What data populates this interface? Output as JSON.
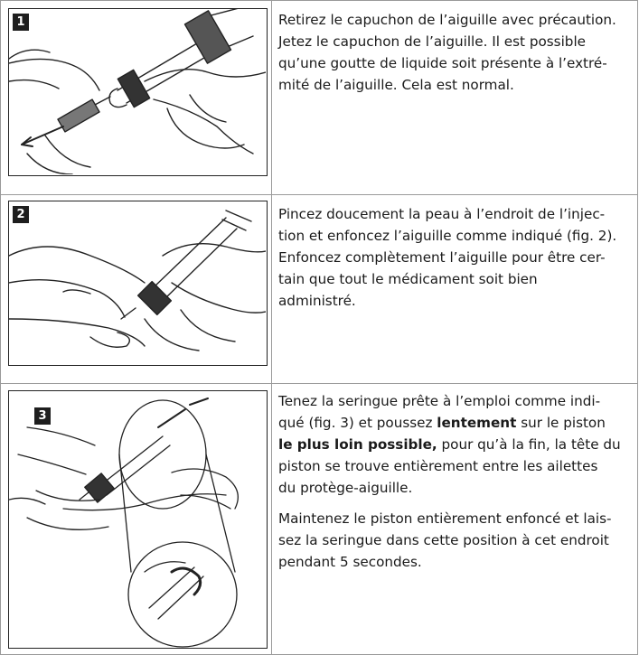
{
  "rows": [
    {
      "step_label": "1",
      "lines": [
        "Retirez le capuchon de l’aiguille avec précaution.",
        "Jetez le capuchon de l’aiguille. Il est possible",
        "qu’une goutte de liquide soit présente à l’extré-",
        "mité de l’aiguille. Cela est normal."
      ]
    },
    {
      "step_label": "2",
      "lines": [
        "Pincez doucement la peau à l’endroit de l’injec-",
        "tion et enfoncez l’aiguille comme indiqué (fig. 2).",
        "Enfoncez complètement l’aiguille pour être cer-",
        "tain que tout le médicament soit bien",
        "administré."
      ]
    },
    {
      "step_label": "3",
      "p1": {
        "l1": "Tenez la seringue prête à l’emploi comme indi-",
        "l2_a": "qué (fig. 3) et poussez ",
        "l2_b": "lentement",
        "l2_c": " sur le piston",
        "l3_a": "le plus loin possible,",
        "l3_b": " pour qu’à la fin, la tête du",
        "l4": "piston se trouve entièrement entre les ailettes",
        "l5": "du protège-aiguille."
      },
      "p2": [
        "Maintenez le piston entièrement enfoncé et lais-",
        "sez la seringue dans cette position à cet endroit",
        "pendant 5 secondes."
      ]
    }
  ]
}
